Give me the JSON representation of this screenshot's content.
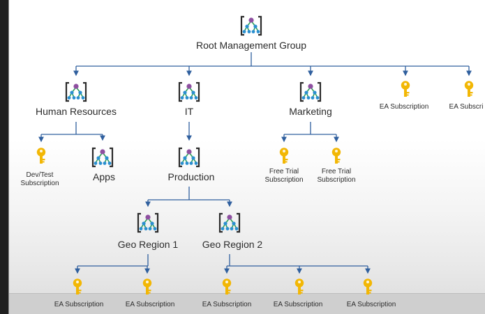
{
  "diagram": {
    "nodes": [
      {
        "id": "root",
        "type": "group",
        "label": "Root Management Group"
      },
      {
        "id": "hr",
        "type": "group",
        "label": "Human Resources"
      },
      {
        "id": "it",
        "type": "group",
        "label": "IT"
      },
      {
        "id": "mkt",
        "type": "group",
        "label": "Marketing"
      },
      {
        "id": "ea1",
        "type": "subscription",
        "label": "EA Subscription"
      },
      {
        "id": "ea2",
        "type": "subscription",
        "label": "EA Subscri"
      },
      {
        "id": "devtest",
        "type": "subscription",
        "label": "Dev/Test\nSubscription"
      },
      {
        "id": "apps",
        "type": "group",
        "label": "Apps"
      },
      {
        "id": "prod",
        "type": "group",
        "label": "Production"
      },
      {
        "id": "ft1",
        "type": "subscription",
        "label": "Free Trial\nSubscription"
      },
      {
        "id": "ft2",
        "type": "subscription",
        "label": "Free Trial\nSubscription"
      },
      {
        "id": "geo1",
        "type": "group",
        "label": "Geo Region 1"
      },
      {
        "id": "geo2",
        "type": "group",
        "label": "Geo Region 2"
      },
      {
        "id": "ea3",
        "type": "subscription",
        "label": "EA Subscription"
      },
      {
        "id": "ea4",
        "type": "subscription",
        "label": "EA Subscription"
      },
      {
        "id": "ea5",
        "type": "subscription",
        "label": "EA Subscription"
      },
      {
        "id": "ea6",
        "type": "subscription",
        "label": "EA Subscription"
      },
      {
        "id": "ea7",
        "type": "subscription",
        "label": "EA Subscription"
      }
    ],
    "edges": [
      [
        "root",
        "hr"
      ],
      [
        "root",
        "it"
      ],
      [
        "root",
        "mkt"
      ],
      [
        "root",
        "ea1"
      ],
      [
        "root",
        "ea2"
      ],
      [
        "hr",
        "devtest"
      ],
      [
        "hr",
        "apps"
      ],
      [
        "it",
        "prod"
      ],
      [
        "mkt",
        "ft1"
      ],
      [
        "mkt",
        "ft2"
      ],
      [
        "prod",
        "geo1"
      ],
      [
        "prod",
        "geo2"
      ],
      [
        "geo1",
        "ea3"
      ],
      [
        "geo1",
        "ea4"
      ],
      [
        "geo2",
        "ea5"
      ],
      [
        "geo2",
        "ea6"
      ],
      [
        "geo2",
        "ea7"
      ]
    ]
  },
  "colors": {
    "connector": "#2f5f9e",
    "group_bracket": "#2a2a2a",
    "group_node_top": "#8e4fa0",
    "group_node_bottom": "#2a8fd0",
    "group_link": "#2e9e5a",
    "key": "#f2b705"
  }
}
